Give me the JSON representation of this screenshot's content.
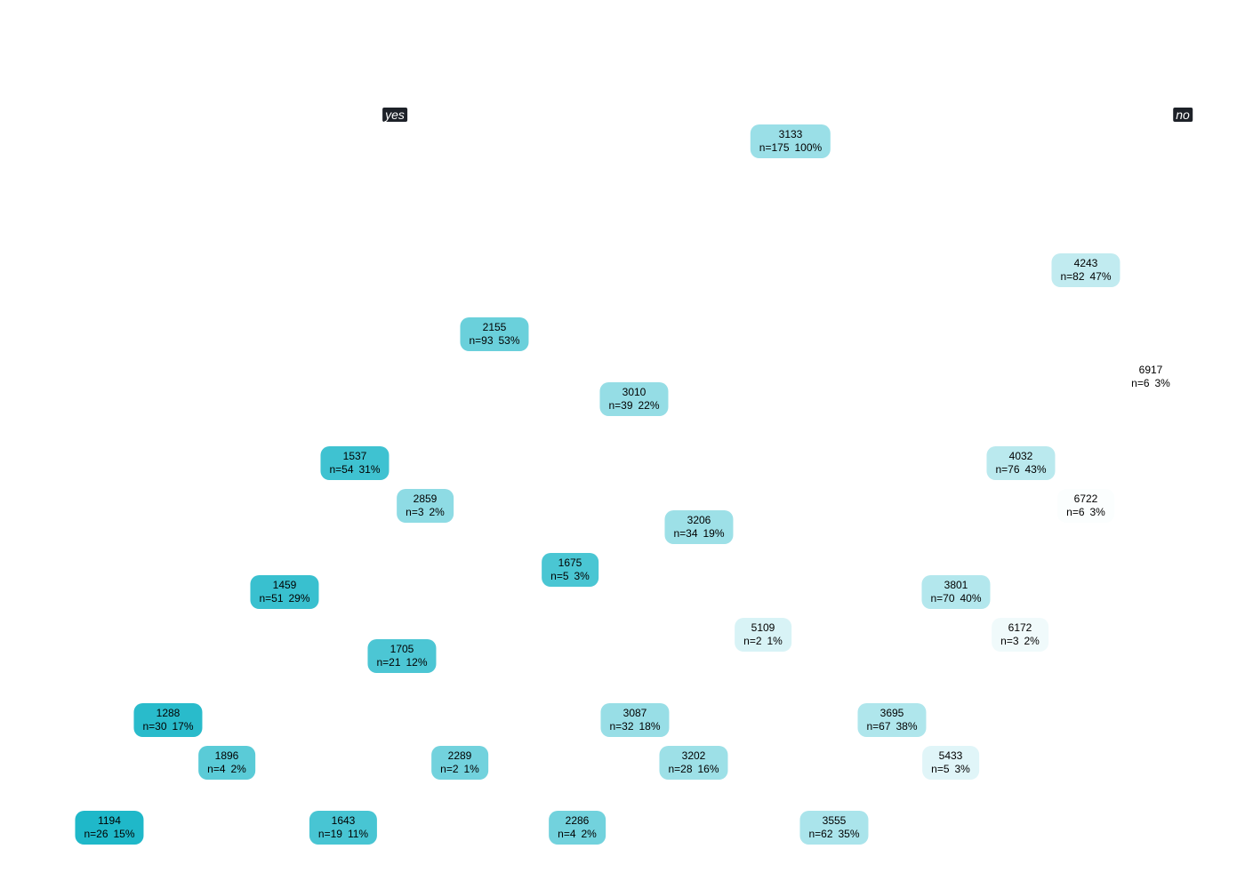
{
  "branch_labels": {
    "left": "yes",
    "right": "no"
  },
  "fill_scale": {
    "low": "#1fb8c9",
    "high": "#ffffff",
    "min": 1194,
    "max": 6917
  },
  "nodes": [
    {
      "id": "n1",
      "value": "3133",
      "n": "n=175",
      "pct": "100%"
    },
    {
      "id": "n2",
      "value": "4243",
      "n": "n=82",
      "pct": "47%"
    },
    {
      "id": "n3",
      "value": "2155",
      "n": "n=93",
      "pct": "53%"
    },
    {
      "id": "n4",
      "value": "6917",
      "n": "n=6",
      "pct": "3%"
    },
    {
      "id": "n5",
      "value": "3010",
      "n": "n=39",
      "pct": "22%"
    },
    {
      "id": "n6",
      "value": "1537",
      "n": "n=54",
      "pct": "31%"
    },
    {
      "id": "n7",
      "value": "4032",
      "n": "n=76",
      "pct": "43%"
    },
    {
      "id": "n8",
      "value": "2859",
      "n": "n=3",
      "pct": "2%"
    },
    {
      "id": "n9",
      "value": "6722",
      "n": "n=6",
      "pct": "3%"
    },
    {
      "id": "n10",
      "value": "3206",
      "n": "n=34",
      "pct": "19%"
    },
    {
      "id": "n11",
      "value": "1675",
      "n": "n=5",
      "pct": "3%"
    },
    {
      "id": "n12",
      "value": "1459",
      "n": "n=51",
      "pct": "29%"
    },
    {
      "id": "n13",
      "value": "3801",
      "n": "n=70",
      "pct": "40%"
    },
    {
      "id": "n14",
      "value": "5109",
      "n": "n=2",
      "pct": "1%"
    },
    {
      "id": "n15",
      "value": "6172",
      "n": "n=3",
      "pct": "2%"
    },
    {
      "id": "n16",
      "value": "1705",
      "n": "n=21",
      "pct": "12%"
    },
    {
      "id": "n17",
      "value": "1288",
      "n": "n=30",
      "pct": "17%"
    },
    {
      "id": "n18",
      "value": "3087",
      "n": "n=32",
      "pct": "18%"
    },
    {
      "id": "n19",
      "value": "3695",
      "n": "n=67",
      "pct": "38%"
    },
    {
      "id": "n20",
      "value": "1896",
      "n": "n=4",
      "pct": "2%"
    },
    {
      "id": "n21",
      "value": "2289",
      "n": "n=2",
      "pct": "1%"
    },
    {
      "id": "n22",
      "value": "3202",
      "n": "n=28",
      "pct": "16%"
    },
    {
      "id": "n23",
      "value": "5433",
      "n": "n=5",
      "pct": "3%"
    },
    {
      "id": "n24",
      "value": "1194",
      "n": "n=26",
      "pct": "15%"
    },
    {
      "id": "n25",
      "value": "1643",
      "n": "n=19",
      "pct": "11%"
    },
    {
      "id": "n26",
      "value": "2286",
      "n": "n=4",
      "pct": "2%"
    },
    {
      "id": "n27",
      "value": "3555",
      "n": "n=62",
      "pct": "35%"
    }
  ]
}
